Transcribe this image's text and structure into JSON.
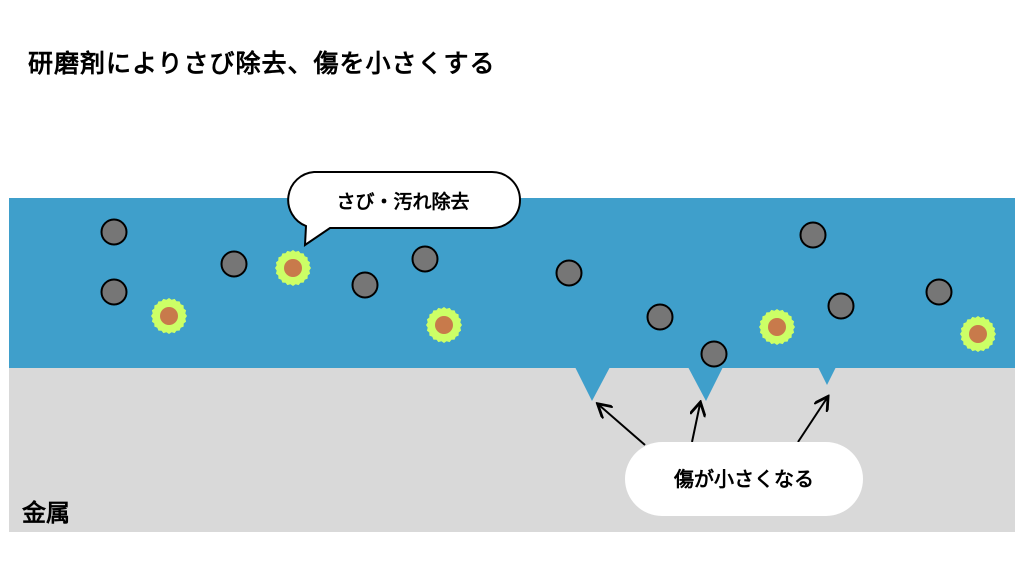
{
  "title": "研磨剤によりさび除去、傷を小さくする",
  "callout_top": "さび・汚れ除去",
  "callout_bottom": "傷が小さくなる",
  "metal_label": "金属",
  "colors": {
    "abrasive_layer": "#3f9fcb",
    "metal": "#d9d9d9",
    "abrasive_particle": "#767676",
    "rust_core": "#c87a4b",
    "rust_halo": "#ccff66"
  }
}
